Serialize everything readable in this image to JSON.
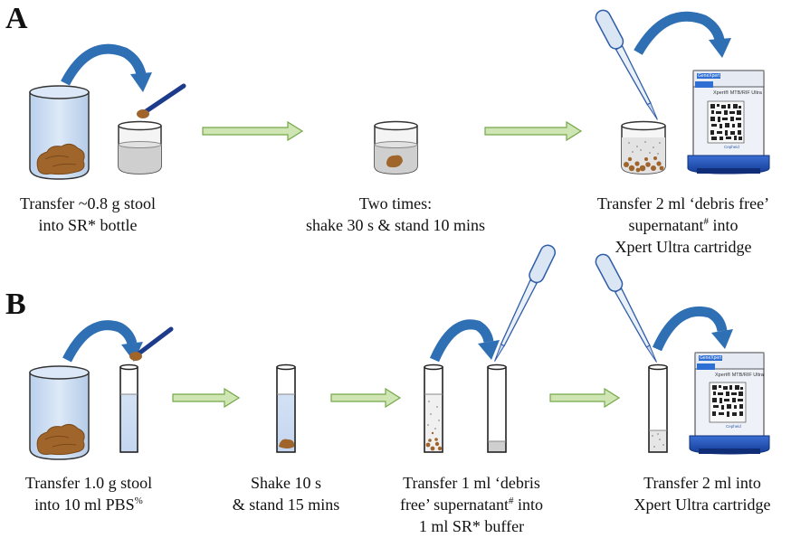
{
  "panel_a": {
    "letter": "A",
    "steps": [
      {
        "lines": [
          "Transfer ~0.8 g stool",
          "into SR* bottle"
        ]
      },
      {
        "lines": [
          "Two times:",
          "shake 30 s & stand 10 mins"
        ]
      },
      {
        "line1": "Transfer 2 ml ‘debris free’",
        "line2": "supernatant",
        "line2_sup": "#",
        "line2_rest": " into",
        "line3": "Xpert Ultra cartridge"
      }
    ]
  },
  "panel_b": {
    "letter": "B",
    "steps": [
      {
        "line1": "Transfer 1.0 g stool",
        "line2": "into 10 ml PBS",
        "line2_sup": "%"
      },
      {
        "lines": [
          "Shake 10 s",
          "& stand 15 mins"
        ]
      },
      {
        "line1": "Transfer 1 ml ‘debris",
        "line2": "free’ supernatant",
        "line2_sup": "#",
        "line2_rest": " into",
        "line3": "1 ml SR* buffer"
      },
      {
        "lines": [
          "Transfer 2 ml into",
          "Xpert Ultra cartridge"
        ]
      }
    ]
  },
  "cartridge": {
    "brand": "GeneXpert",
    "product": "Xpert® MTB/RIF Ultra",
    "maker": "Cepheid"
  },
  "colors": {
    "curved_arrow": "#2f6fb3",
    "flow_arrow_fill": "#cfe6b4",
    "flow_arrow_stroke": "#76a84a",
    "stool": "#a0652a",
    "jar_blue": "#c9dbf0",
    "cartridge_blue": "#1f4fb4"
  }
}
